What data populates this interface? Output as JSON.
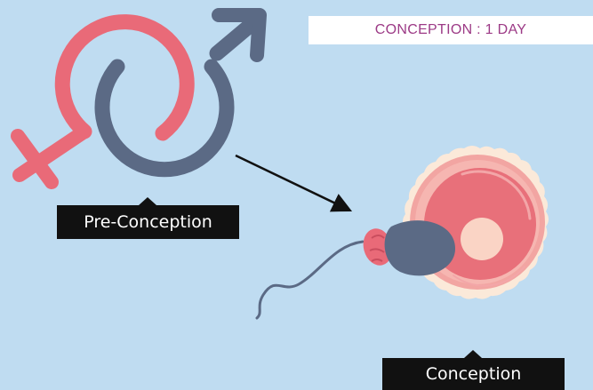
{
  "title": "CONCEPTION : 1 DAY",
  "labels": {
    "pre_conception": "Pre-Conception",
    "conception": "Conception"
  },
  "colors": {
    "background": "#bfdcf1",
    "female_symbol": "#e96a78",
    "male_symbol": "#5b6a85",
    "egg_outer": "#fbe9d9",
    "egg_membrane": "#f2a5a2",
    "egg_body": "#e8707a",
    "egg_nucleus": "#fad4c5",
    "sperm_head": "#5b6a85",
    "sperm_neck": "#e96a78",
    "banner_text": "#9c3a86",
    "label_bg": "#111111",
    "label_text": "#ffffff"
  }
}
